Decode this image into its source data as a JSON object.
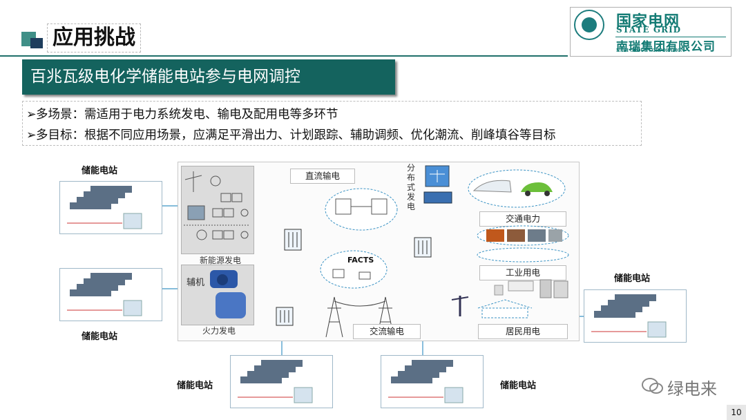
{
  "header": {
    "title": "应用挑战",
    "logo": {
      "cn_name": "国家电网",
      "en_name": "STATE GRID",
      "subsidiary_cn": "南瑞集团有限公司",
      "subsidiary_en": "NARI GROUP CORPORATION"
    }
  },
  "subtitle": "百兆瓦级电化学储能电站参与电网调控",
  "bullets": [
    "多场景：需适用于电力系统发电、输电及配用电等多环节",
    "多目标：根据不同应用场景，应满足平滑出力、计划跟踪、辅助调频、优化潮流、削峰填谷等目标"
  ],
  "diagram": {
    "storage_label": "储能电站",
    "new_energy": "新能源发电",
    "thermal": "火力发电",
    "aux": "辅机",
    "dc_transmission": "直流输电",
    "ac_transmission": "交流输电",
    "distributed": "分布式发电",
    "facts": "FACTS",
    "traffic": "交通电力",
    "industrial": "工业用电",
    "residential": "居民用电"
  },
  "watermark": "绿电来",
  "page_number": "10",
  "colors": {
    "accent": "#14635e",
    "brand": "#137b74",
    "dark_square": "#1f3e5d",
    "line": "#3b93c4"
  }
}
